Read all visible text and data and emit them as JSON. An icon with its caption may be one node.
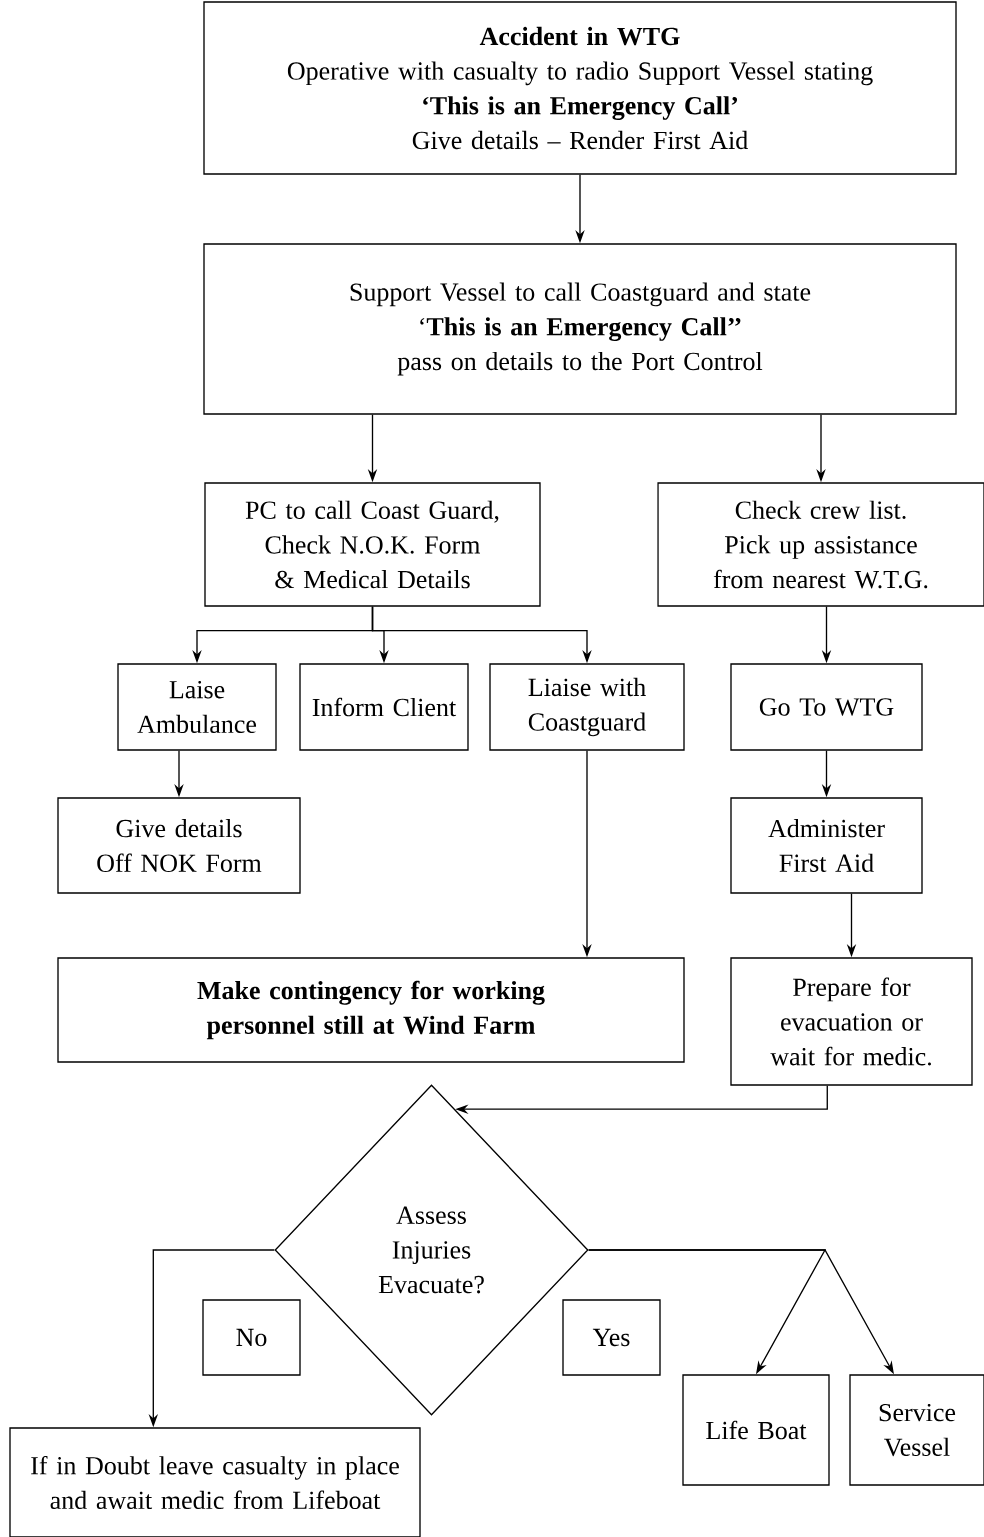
{
  "diagram": {
    "nodes": [
      {
        "text": [
          "Accident in WTG",
          "Operative with casualty to radio Support Vessel stating",
          "‘This is an Emergency Call’",
          "Give details – Render First Aid"
        ]
      },
      {
        "text": [
          "Support Vessel to call Coastguard and state",
          "‘**This is an Emergency Call’’**",
          "pass on details to the Port Control"
        ]
      },
      {
        "text": [
          "PC to call Coast Guard, Check N.O.K. Form & Medical Details"
        ]
      },
      {
        "text": [
          "Check  crew list. Pick up assistance from nearest W.T.G."
        ]
      },
      {
        "text": [
          "Laise Ambulance"
        ]
      },
      {
        "text": [
          "Inform Client"
        ]
      },
      {
        "text": [
          "Liaise with Coastguard"
        ]
      },
      {
        "text": [
          "Go To WTG"
        ]
      },
      {
        "text": [
          "Give details Off NOK Form"
        ]
      },
      {
        "text": [
          "Administer First Aid"
        ]
      },
      {
        "text": [
          "Make contingency for working personnel still at Wind Farm"
        ]
      },
      {
        "text": [
          "Prepare for evacuation or wait for medic."
        ]
      },
      {
        "text": [
          "Assess Injuries Evacuate?"
        ]
      },
      {
        "text": [
          "No"
        ]
      },
      {
        "text": [
          "Yes"
        ]
      },
      {
        "text": [
          "If in Doubt leave casualty in place and await medic from Lifeboat"
        ]
      },
      {
        "text": [
          "Life Boat"
        ]
      },
      {
        "text": [
          "Service Vessel"
        ]
      }
    ],
    "edges": [
      {
        "from": 0,
        "to": 1,
        "arrow": "to"
      },
      {
        "from": 1,
        "to": 2,
        "arrow": "to"
      },
      {
        "from": 1,
        "to": 3,
        "arrow": "to"
      },
      {
        "from": 2,
        "to": 4,
        "arrow": "to"
      },
      {
        "from": 2,
        "to": 5,
        "arrow": "to"
      },
      {
        "from": 2,
        "to": 6,
        "arrow": "to"
      },
      {
        "from": 4,
        "to": 8,
        "arrow": "to"
      },
      {
        "from": 3,
        "to": 7,
        "arrow": "to"
      },
      {
        "from": 7,
        "to": 9,
        "arrow": "to"
      },
      {
        "from": 9,
        "to": 11,
        "arrow": "to"
      },
      {
        "from": 6,
        "to": 10,
        "arrow": "to"
      },
      {
        "from": 11,
        "to": 12,
        "arrow": "to"
      },
      {
        "from": 12,
        "to": 15,
        "arrow": "to"
      },
      {
        "from": 12,
        "to": 16,
        "arrow": "to"
      },
      {
        "from": 12,
        "to": 17,
        "arrow": "to"
      }
    ]
  }
}
